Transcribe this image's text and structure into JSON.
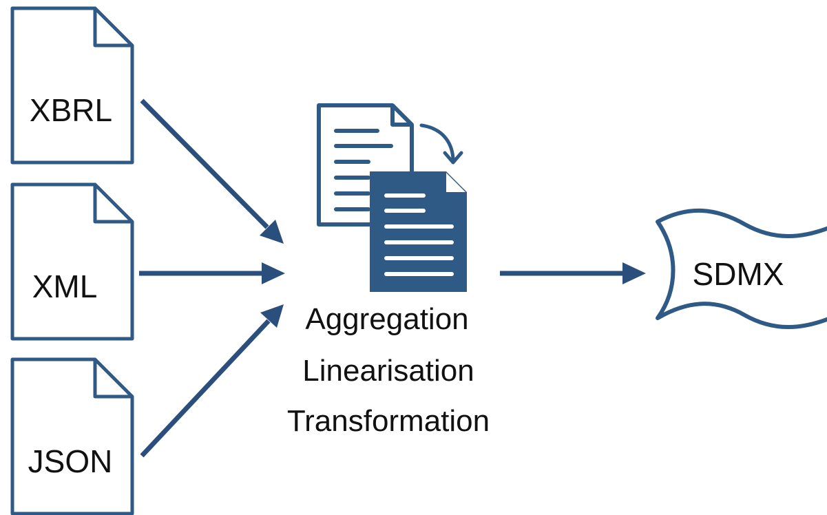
{
  "inputs": [
    {
      "label": "XBRL"
    },
    {
      "label": "XML"
    },
    {
      "label": "JSON"
    }
  ],
  "process": {
    "icon": "document-transform-icon",
    "steps": [
      "Aggregation",
      "Linearisation",
      "Transformation"
    ]
  },
  "output": {
    "label": "SDMX",
    "icon": "wavy-banner-icon"
  },
  "colors": {
    "accent": "#2f5a86",
    "arrow": "#2b4f7c",
    "text": "#111111",
    "background": "#ffffff"
  }
}
